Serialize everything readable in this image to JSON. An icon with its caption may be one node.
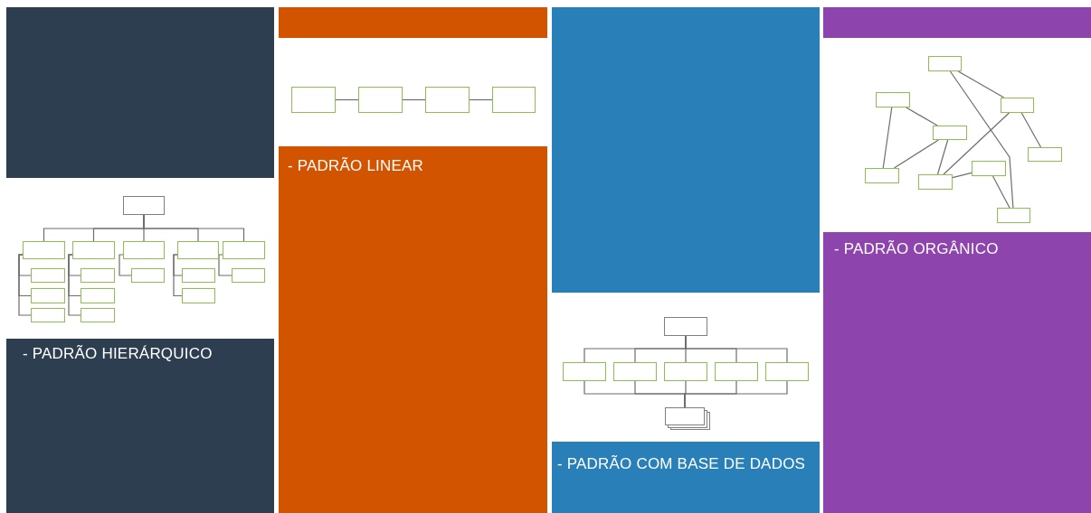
{
  "diagram": {
    "nodes": [
      {
        "text": [
          "- PADRÃO HIERÁRQUICO"
        ]
      },
      {
        "text": [],
        "shape": "box",
        "in": 0
      },
      {
        "text": [],
        "shape": "box",
        "in": 0
      },
      {
        "text": [],
        "shape": "box",
        "in": 0
      },
      {
        "text": [],
        "shape": "box",
        "in": 0
      },
      {
        "text": [],
        "shape": "box",
        "in": 0
      },
      {
        "text": [],
        "shape": "box",
        "in": 0
      },
      {
        "text": [],
        "shape": "box",
        "in": 0
      },
      {
        "text": [],
        "shape": "box",
        "in": 0
      },
      {
        "text": [],
        "shape": "box",
        "in": 0
      },
      {
        "text": [],
        "shape": "box",
        "in": 0
      },
      {
        "text": [],
        "shape": "box",
        "in": 0
      },
      {
        "text": [],
        "shape": "box",
        "in": 0
      },
      {
        "text": [],
        "shape": "box",
        "in": 0
      },
      {
        "text": [],
        "shape": "box",
        "in": 0
      },
      {
        "text": [],
        "shape": "box",
        "in": 0
      },
      {
        "text": [],
        "shape": "box",
        "in": 0
      },
      {
        "text": [
          "- PADRÃO LINEAR"
        ]
      },
      {
        "text": [],
        "shape": "box",
        "in": 17
      },
      {
        "text": [],
        "shape": "box",
        "in": 17
      },
      {
        "text": [],
        "shape": "box",
        "in": 17
      },
      {
        "text": [],
        "shape": "box",
        "in": 17
      },
      {
        "text": [
          "- PADRÃO COM BASE DE DADOS"
        ]
      },
      {
        "text": [],
        "shape": "box",
        "in": 22
      },
      {
        "text": [],
        "shape": "box",
        "in": 22
      },
      {
        "text": [],
        "shape": "box",
        "in": 22
      },
      {
        "text": [],
        "shape": "box",
        "in": 22
      },
      {
        "text": [],
        "shape": "box",
        "in": 22
      },
      {
        "text": [],
        "shape": "box",
        "in": 22
      },
      {
        "text": [],
        "shape": "box",
        "in": 22
      },
      {
        "text": [
          "- PADRÃO ORGÂNICO"
        ]
      },
      {
        "text": [],
        "shape": "box",
        "in": 30
      },
      {
        "text": [],
        "shape": "box",
        "in": 30
      },
      {
        "text": [],
        "shape": "box",
        "in": 30
      },
      {
        "text": [],
        "shape": "box",
        "in": 30
      },
      {
        "text": [],
        "shape": "box",
        "in": 30
      },
      {
        "text": [],
        "shape": "box",
        "in": 30
      },
      {
        "text": [],
        "shape": "box",
        "in": 30
      },
      {
        "text": [],
        "shape": "box",
        "in": 30
      },
      {
        "text": [],
        "shape": "box",
        "in": 30
      }
    ],
    "edges": [
      {
        "from": 1,
        "to": 2,
        "arrow": "none"
      },
      {
        "from": 1,
        "to": 3,
        "arrow": "none"
      },
      {
        "from": 1,
        "to": 4,
        "arrow": "none"
      },
      {
        "from": 1,
        "to": 5,
        "arrow": "none"
      },
      {
        "from": 1,
        "to": 6,
        "arrow": "none"
      },
      {
        "from": 2,
        "to": 7,
        "arrow": "none"
      },
      {
        "from": 2,
        "to": 12,
        "arrow": "none"
      },
      {
        "from": 2,
        "to": 15,
        "arrow": "none"
      },
      {
        "from": 3,
        "to": 8,
        "arrow": "none"
      },
      {
        "from": 3,
        "to": 13,
        "arrow": "none"
      },
      {
        "from": 3,
        "to": 16,
        "arrow": "none"
      },
      {
        "from": 4,
        "to": 9,
        "arrow": "none"
      },
      {
        "from": 5,
        "to": 10,
        "arrow": "none"
      },
      {
        "from": 5,
        "to": 14,
        "arrow": "none"
      },
      {
        "from": 6,
        "to": 11,
        "arrow": "none"
      },
      {
        "from": 18,
        "to": 19,
        "arrow": "none"
      },
      {
        "from": 19,
        "to": 20,
        "arrow": "none"
      },
      {
        "from": 20,
        "to": 21,
        "arrow": "none"
      },
      {
        "from": 23,
        "to": 24,
        "arrow": "none"
      },
      {
        "from": 23,
        "to": 25,
        "arrow": "none"
      },
      {
        "from": 23,
        "to": 26,
        "arrow": "none"
      },
      {
        "from": 23,
        "to": 27,
        "arrow": "none"
      },
      {
        "from": 23,
        "to": 28,
        "arrow": "none"
      },
      {
        "from": 24,
        "to": 29,
        "arrow": "none"
      },
      {
        "from": 25,
        "to": 29,
        "arrow": "none"
      },
      {
        "from": 26,
        "to": 29,
        "arrow": "none"
      },
      {
        "from": 27,
        "to": 29,
        "arrow": "none"
      },
      {
        "from": 28,
        "to": 29,
        "arrow": "none"
      },
      {
        "from": 31,
        "to": 33,
        "arrow": "none"
      },
      {
        "from": 31,
        "to": 39,
        "arrow": "none"
      },
      {
        "from": 32,
        "to": 34,
        "arrow": "none"
      },
      {
        "from": 32,
        "to": 37,
        "arrow": "none"
      },
      {
        "from": 34,
        "to": 37,
        "arrow": "none"
      },
      {
        "from": 34,
        "to": 38,
        "arrow": "none"
      },
      {
        "from": 33,
        "to": 35,
        "arrow": "none"
      },
      {
        "from": 33,
        "to": 38,
        "arrow": "none"
      },
      {
        "from": 36,
        "to": 39,
        "arrow": "none"
      },
      {
        "from": 38,
        "to": 36,
        "arrow": "none"
      }
    ]
  }
}
